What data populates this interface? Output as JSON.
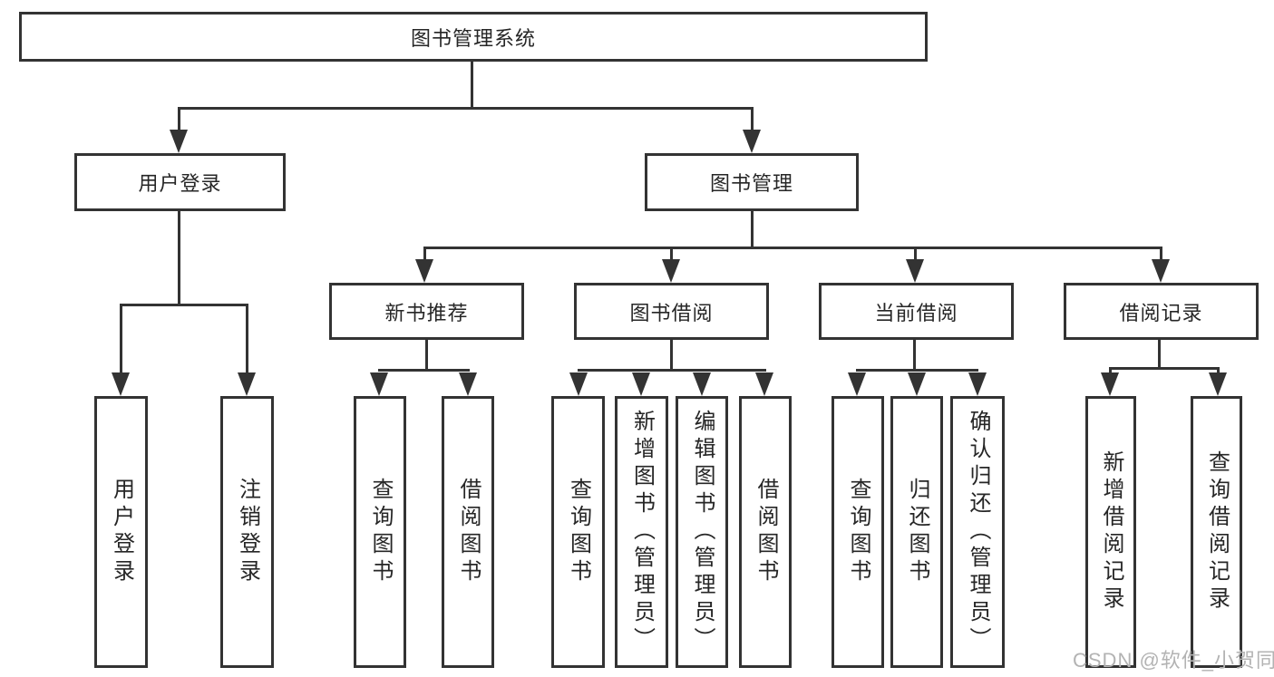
{
  "diagram_title": "图书管理系统",
  "nodes": {
    "root": {
      "label": "图书管理系统"
    },
    "level2": [
      {
        "id": "user-login",
        "label": "用户登录",
        "parent": "图书管理系统"
      },
      {
        "id": "book-management",
        "label": "图书管理",
        "parent": "图书管理系统"
      }
    ],
    "level3": [
      {
        "id": "new-book-recommend",
        "label": "新书推荐",
        "parent": "图书管理"
      },
      {
        "id": "book-borrowing",
        "label": "图书借阅",
        "parent": "图书管理"
      },
      {
        "id": "current-borrowing",
        "label": "当前借阅",
        "parent": "图书管理"
      },
      {
        "id": "borrowing-records",
        "label": "借阅记录",
        "parent": "图书管理"
      }
    ],
    "leaves": [
      {
        "label": "用户登录",
        "parent": "用户登录"
      },
      {
        "label": "注销登录",
        "parent": "用户登录"
      },
      {
        "label": "查询图书",
        "parent": "新书推荐"
      },
      {
        "label": "借阅图书",
        "parent": "新书推荐"
      },
      {
        "label": "查询图书",
        "parent": "图书借阅"
      },
      {
        "label": "新增图书（管理员）",
        "parent": "图书借阅"
      },
      {
        "label": "编辑图书（管理员）",
        "parent": "图书借阅"
      },
      {
        "label": "借阅图书",
        "parent": "图书借阅"
      },
      {
        "label": "查询图书",
        "parent": "当前借阅"
      },
      {
        "label": "归还图书",
        "parent": "当前借阅"
      },
      {
        "label": "确认归还（管理员）",
        "parent": "当前借阅"
      },
      {
        "label": "新增借阅记录",
        "parent": "借阅记录"
      },
      {
        "label": "查询借阅记录",
        "parent": "借阅记录"
      }
    ]
  },
  "watermark": {
    "text": "CSDN @软件_小贺同学"
  },
  "colors": {
    "line": "#333333",
    "text": "#262626",
    "watermark": "#b3b3b3",
    "background": "#ffffff"
  }
}
